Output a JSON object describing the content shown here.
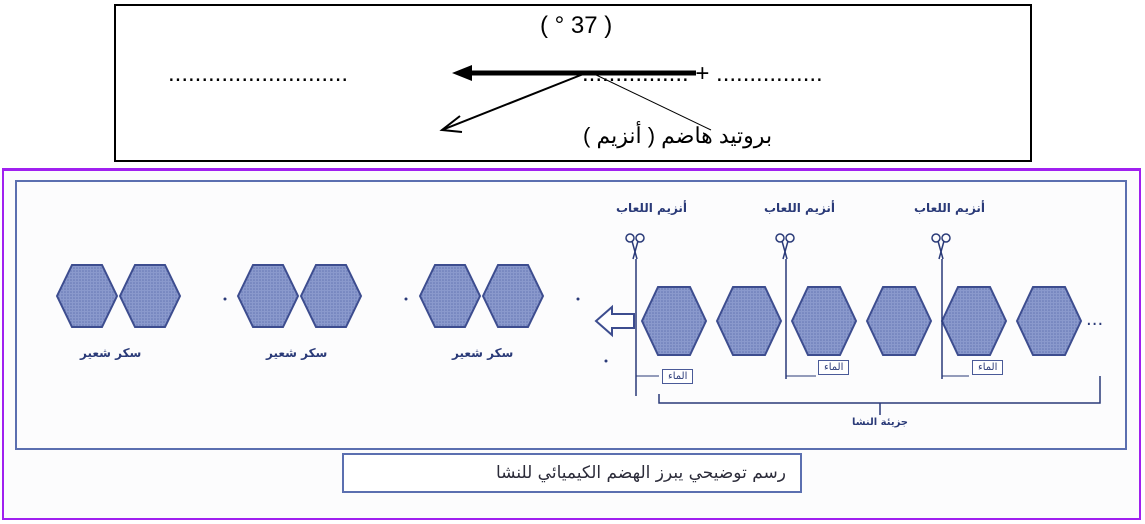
{
  "equation": {
    "temperature": "( ° 37 )",
    "products_blank": "...........................",
    "reactants_blank": "................ + ................",
    "enzyme_label": "بروتيد هاضم ( أنزيم )"
  },
  "diagram": {
    "enzyme_labels": [
      "أنزيم اللعاب",
      "أنزيم اللعاب",
      "أنزيم اللعاب"
    ],
    "water_labels": [
      "الماء",
      "الماء",
      "الماء"
    ],
    "maltose_labels": [
      "سكر شعير",
      "سكر شعير",
      "سكر شعير"
    ],
    "starch_label": "جزيئة النشا",
    "caption": "رسم توضيحي يبرز الهضم الكيميائي للنشا"
  },
  "colors": {
    "hexagon_fill": "#8796c8",
    "hexagon_stroke": "#3d4d8f",
    "ink": "#2a3a78",
    "frame": "#a020f0"
  }
}
